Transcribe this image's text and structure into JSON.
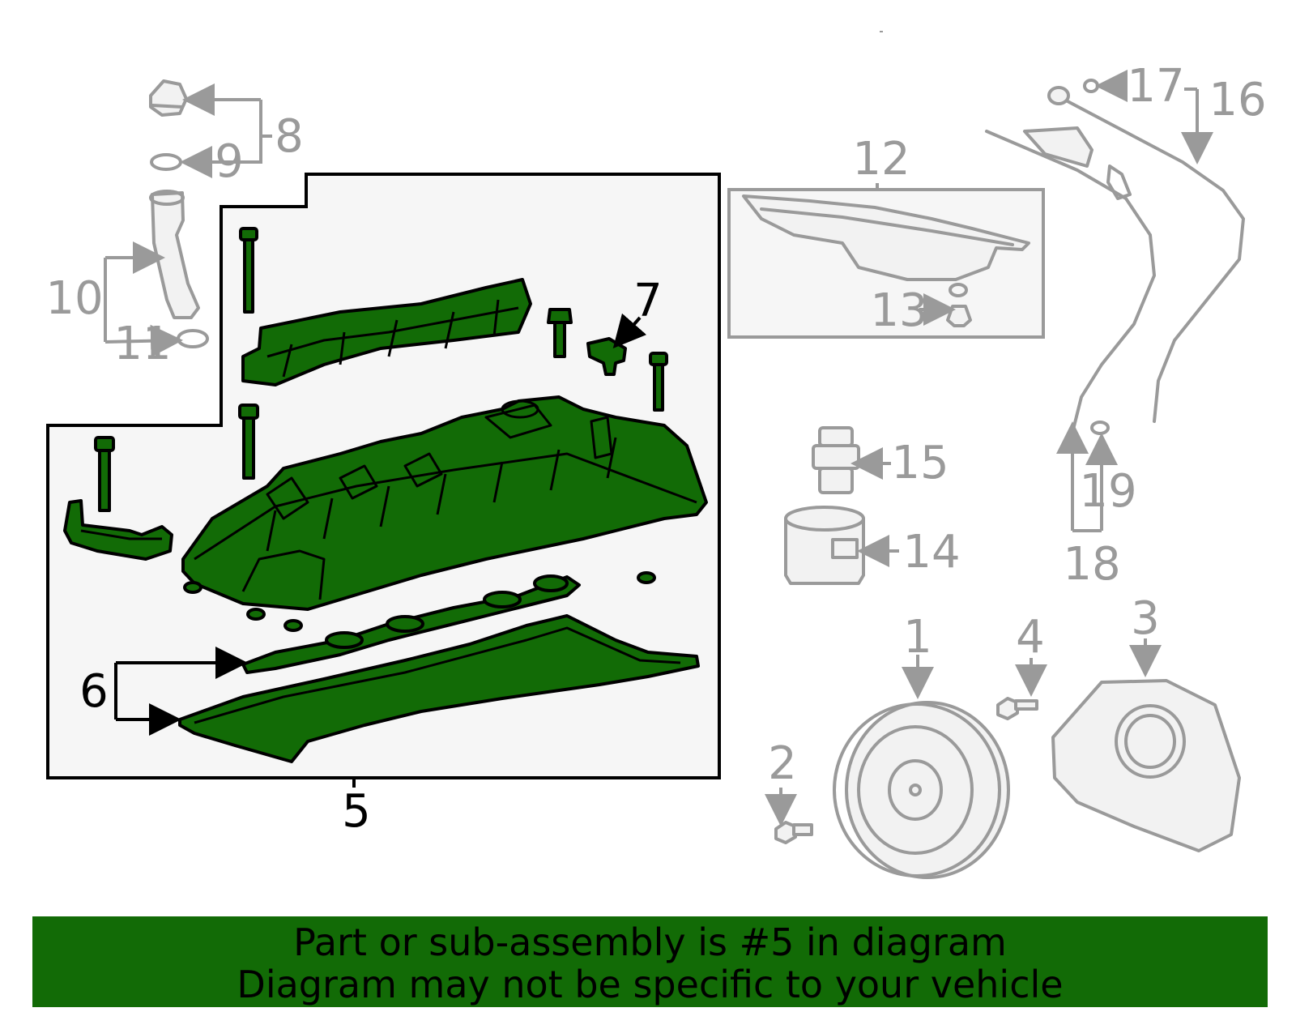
{
  "callouts": {
    "c1": "1",
    "c2": "2",
    "c3": "3",
    "c4": "4",
    "c5": "5",
    "c6": "6",
    "c7": "7",
    "c8": "8",
    "c9": "9",
    "c10": "10",
    "c11": "11",
    "c12": "12",
    "c13": "13",
    "c14": "14",
    "c15": "15",
    "c16": "16",
    "c17": "17",
    "c18": "18",
    "c19": "19"
  },
  "highlighted_part": "5",
  "banner": {
    "line1": "Part or sub-assembly is #5 in diagram",
    "line2": "Diagram may not be specific to your vehicle"
  },
  "colors": {
    "highlight": "#126b06",
    "unhighlighted": "#9a9a9a",
    "box_fill": "#f6f6f6"
  }
}
